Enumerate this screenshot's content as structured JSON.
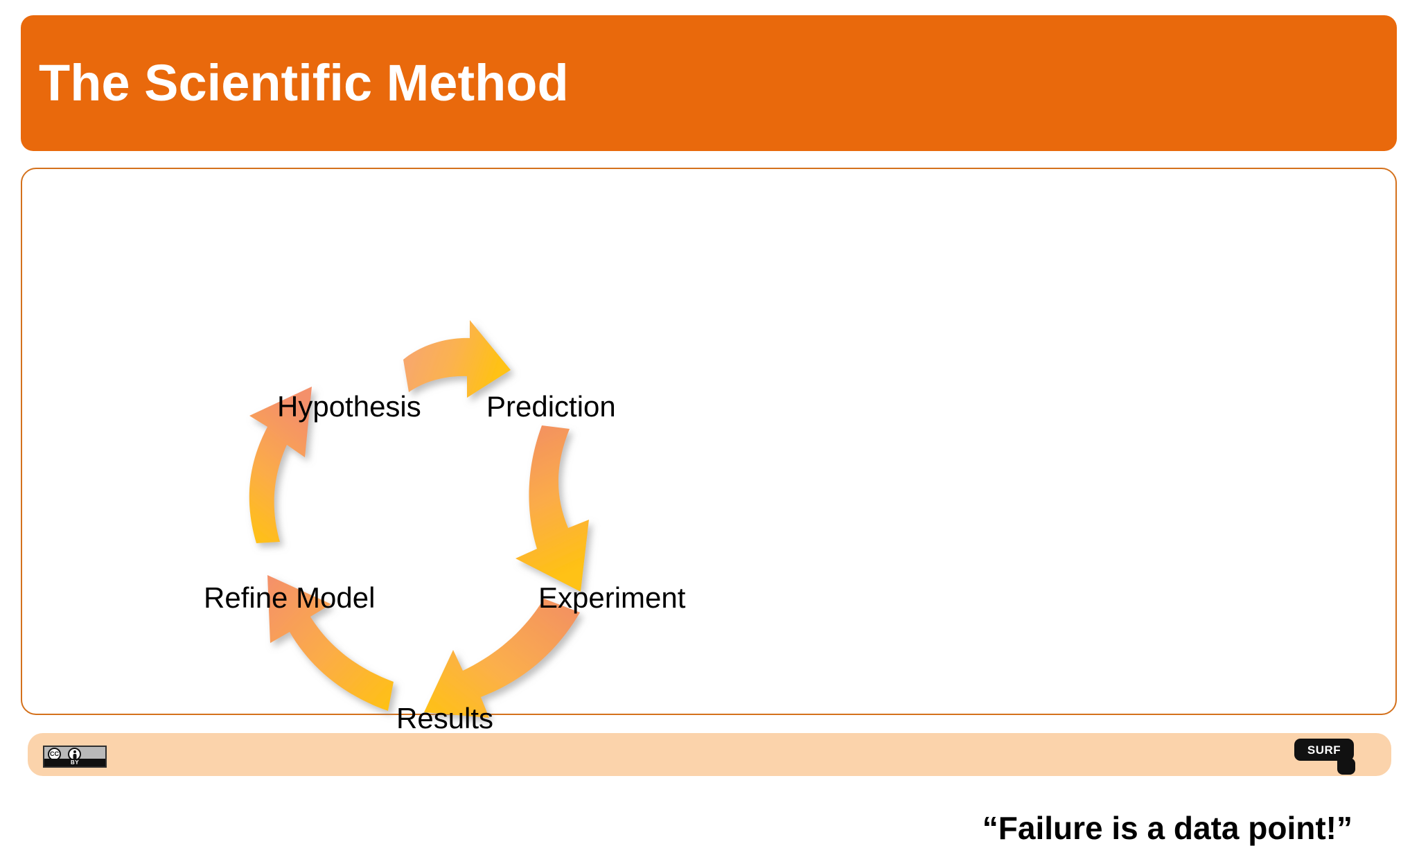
{
  "slide": {
    "title": "The Scientific Method",
    "accent_color": "#e9690c",
    "panel_border_color": "#d4711c",
    "footer_color": "#fbd3ab"
  },
  "diagram": {
    "type": "cycle",
    "name": "scientific-method-cycle",
    "steps": [
      {
        "id": "hypothesis",
        "label": "Hypothesis"
      },
      {
        "id": "prediction",
        "label": "Prediction"
      },
      {
        "id": "experiment",
        "label": "Experiment"
      },
      {
        "id": "results",
        "label": "Results"
      },
      {
        "id": "refine-model",
        "label": "Refine Model"
      }
    ],
    "arrows": [
      {
        "id": "arrow-hypothesis-to-prediction",
        "from": "Hypothesis",
        "to": "Prediction",
        "direction": "right"
      },
      {
        "id": "arrow-prediction-to-experiment",
        "from": "Prediction",
        "to": "Experiment",
        "direction": "down"
      },
      {
        "id": "arrow-experiment-to-results",
        "from": "Experiment",
        "to": "Results",
        "direction": "down-left"
      },
      {
        "id": "arrow-results-to-refine",
        "from": "Results",
        "to": "Refine Model",
        "direction": "up-left"
      },
      {
        "id": "arrow-refine-to-hypothesis",
        "from": "Refine Model",
        "to": "Hypothesis",
        "direction": "up"
      }
    ],
    "arrow_gradient": {
      "start": "#f4976c",
      "end": "#ffc212"
    }
  },
  "quote": {
    "text": "“Failure is a data point!”"
  },
  "footer": {
    "license_badge": {
      "name": "cc-by-license-badge",
      "cc_text": "CC",
      "by_text": "BY"
    },
    "logo": {
      "name": "surf-logo",
      "text": "SURF"
    }
  }
}
